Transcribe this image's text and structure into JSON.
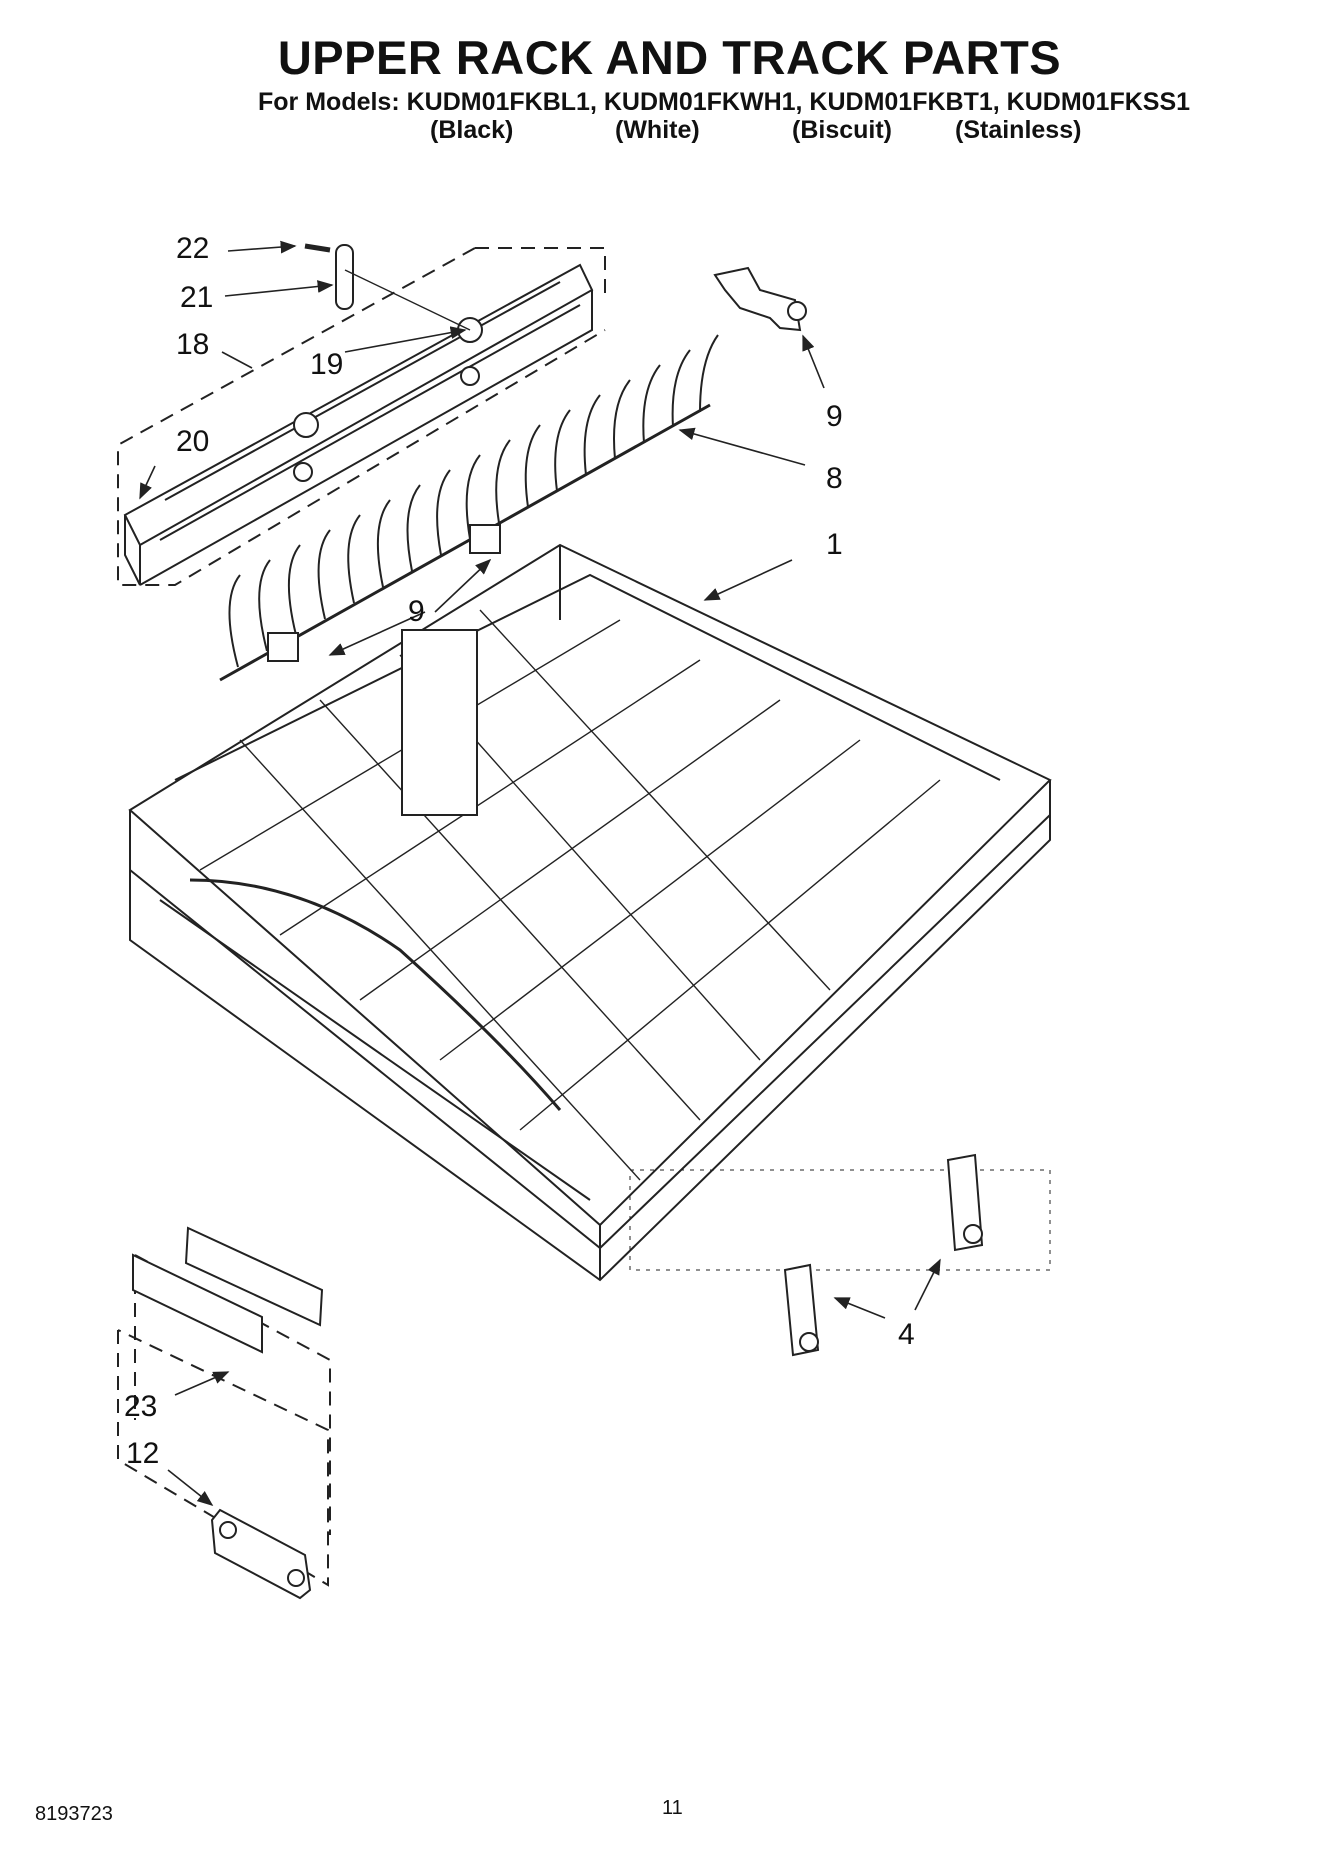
{
  "title": "UPPER RACK AND TRACK PARTS",
  "models_line": "For Models: KUDM01FKBL1, KUDM01FKWH1, KUDM01FKBT1, KUDM01FKSS1",
  "colors": [
    "(Black)",
    "(White)",
    "(Biscuit)",
    "(Stainless)"
  ],
  "callouts": [
    "22",
    "21",
    "18",
    "19",
    "20",
    "9",
    "8",
    "1",
    "9",
    "4",
    "23",
    "12"
  ],
  "footer": {
    "doc_number": "8193723",
    "page_number": "11"
  },
  "colors_hex": {
    "line": "#222222",
    "background": "#ffffff"
  }
}
